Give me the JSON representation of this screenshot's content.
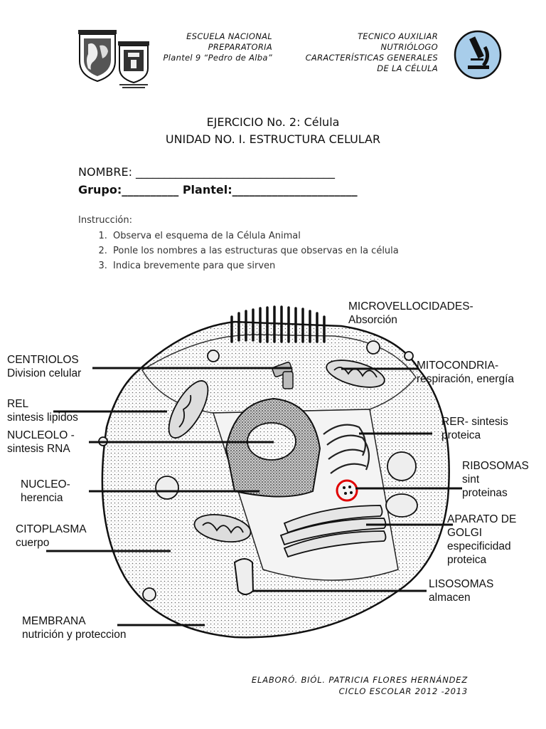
{
  "header": {
    "school_lines": [
      "ESCUELA NACIONAL",
      "PREPARATORIA",
      "Plantel 9 “Pedro de Alba”"
    ],
    "course_lines": [
      "TECNICO AUXILIAR",
      "NUTRIÓLOGO",
      "CARACTERÍSTICAS GENERALES",
      "DE LA CÉLULA"
    ],
    "logo_right_icon": "microscope-icon"
  },
  "title": {
    "line1": "EJERCICIO No. 2: Célula",
    "line2": "UNIDAD NO. I. ESTRUCTURA CELULAR"
  },
  "form": {
    "nombre": "NOMBRE: ___________________________________",
    "grupo": "Grupo:__________ Plantel:______________________"
  },
  "instructions": {
    "heading": "Instrucción:",
    "items": [
      "Observa el esquema de la Célula Animal",
      "Ponle los nombres a las estructuras que observas en la célula",
      "Indica brevemente para que sirven"
    ]
  },
  "labels": {
    "microvellocidades": [
      "MICROVELLOCIDADES-",
      "Absorción"
    ],
    "centriolos": [
      "CENTRIOLOS",
      "Division celular"
    ],
    "mitocondria": [
      "MITOCONDRIA-",
      "respiración, energía"
    ],
    "rel": [
      "REL",
      "sintesis lipidos"
    ],
    "rer": [
      "RER- sintesis",
      "proteica"
    ],
    "nucleolo": [
      "NUCLEOLO -",
      "sintesis RNA"
    ],
    "ribosomas": [
      "RIBOSOMAS",
      "sint",
      "proteinas"
    ],
    "nucleo": [
      "NUCLEO-",
      "herencia"
    ],
    "aparato_golgi": [
      "APARATO DE",
      "GOLGI",
      "especificidad",
      "proteica"
    ],
    "citoplasma": [
      "CITOPLASMA",
      "cuerpo"
    ],
    "lisosomas": [
      "LISOSOMAS",
      "almacen"
    ],
    "membrana": [
      "MEMBRANA",
      "nutrición y proteccion"
    ]
  },
  "footer": {
    "line1": "ELABORÓ. BIÓL. PATRICIA FLORES HERNÁNDEZ",
    "line2": "CICLO ESCOLAR 2012 -2013"
  },
  "colors": {
    "highlight_circle": "#e00000",
    "logo_circle": "#a8cdea"
  }
}
